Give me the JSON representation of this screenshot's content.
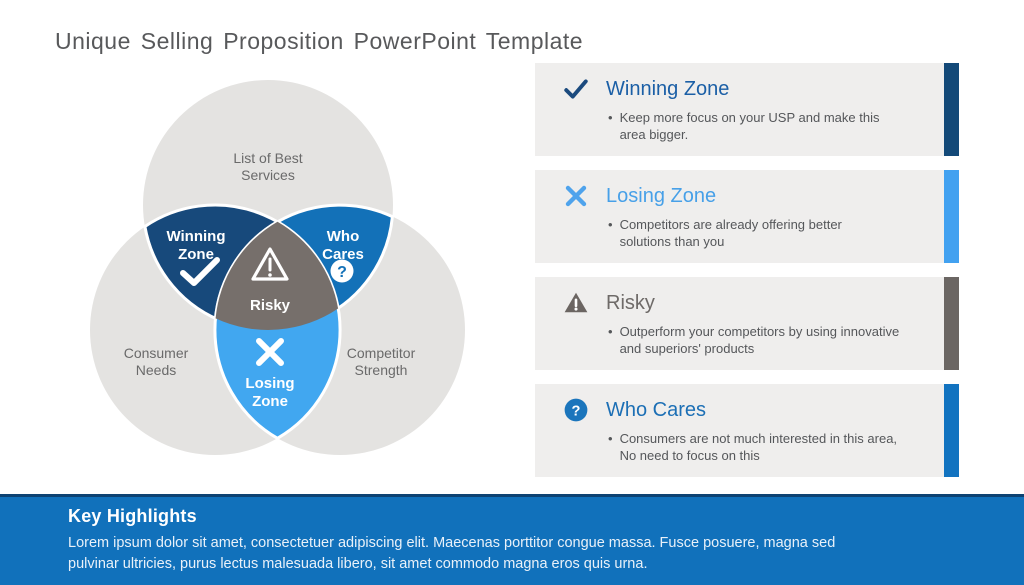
{
  "slide": {
    "title": "Unique Selling Proposition PowerPoint Template"
  },
  "venn": {
    "colors": {
      "circle_fill": "#e4e3e1",
      "circle_label": "#6a6a6a",
      "winning": "#17497b",
      "who_cares": "#1371b8",
      "losing": "#41a7f0",
      "risky": "#766f6b",
      "zone_text": "#ffffff"
    },
    "outer_labels": {
      "top": [
        "List of Best",
        "Services"
      ],
      "left": [
        "Consumer",
        "Needs"
      ],
      "right": [
        "Competitor",
        "Strength"
      ]
    },
    "zones": {
      "winning": [
        "Winning",
        "Zone"
      ],
      "who_cares": [
        "Who",
        "Cares"
      ],
      "risky": [
        "Risky"
      ],
      "losing": [
        "Losing",
        "Zone"
      ]
    }
  },
  "panels": [
    {
      "id": "winning-zone",
      "icon": "check-icon",
      "icon_color": "#1b4a7e",
      "title": "Winning Zone",
      "title_color": "#1b5fa6",
      "accent_color": "#134978",
      "bullet_lines": [
        "Keep more focus on your USP and make this",
        "area bigger."
      ]
    },
    {
      "id": "losing-zone",
      "icon": "x-icon",
      "icon_color": "#4fa3ec",
      "title": "Losing Zone",
      "title_color": "#47a0e8",
      "accent_color": "#42a1f0",
      "bullet_lines": [
        "Competitors are already offering better",
        "solutions than you"
      ]
    },
    {
      "id": "risky",
      "icon": "warning-icon",
      "icon_color": "#6b6562",
      "title": "Risky",
      "title_color": "#6e6a68",
      "accent_color": "#6b6663",
      "bullet_lines": [
        "Outperform your competitors by using innovative",
        "and superiors' products"
      ]
    },
    {
      "id": "who-cares",
      "icon": "question-icon",
      "icon_color": "#1b75bc",
      "title": "Who Cares",
      "title_color": "#1c6fb5",
      "accent_color": "#1273c0",
      "bullet_lines": [
        "Consumers are not much interested in this area,",
        "No need to focus on this"
      ]
    }
  ],
  "footer": {
    "background": "#1171bb",
    "title": "Key Highlights",
    "body_lines": [
      "Lorem ipsum dolor sit amet, consectetuer adipiscing elit. Maecenas porttitor congue massa. Fusce posuere, magna sed",
      "pulvinar ultricies, purus lectus malesuada libero, sit amet commodo magna eros quis urna."
    ]
  }
}
